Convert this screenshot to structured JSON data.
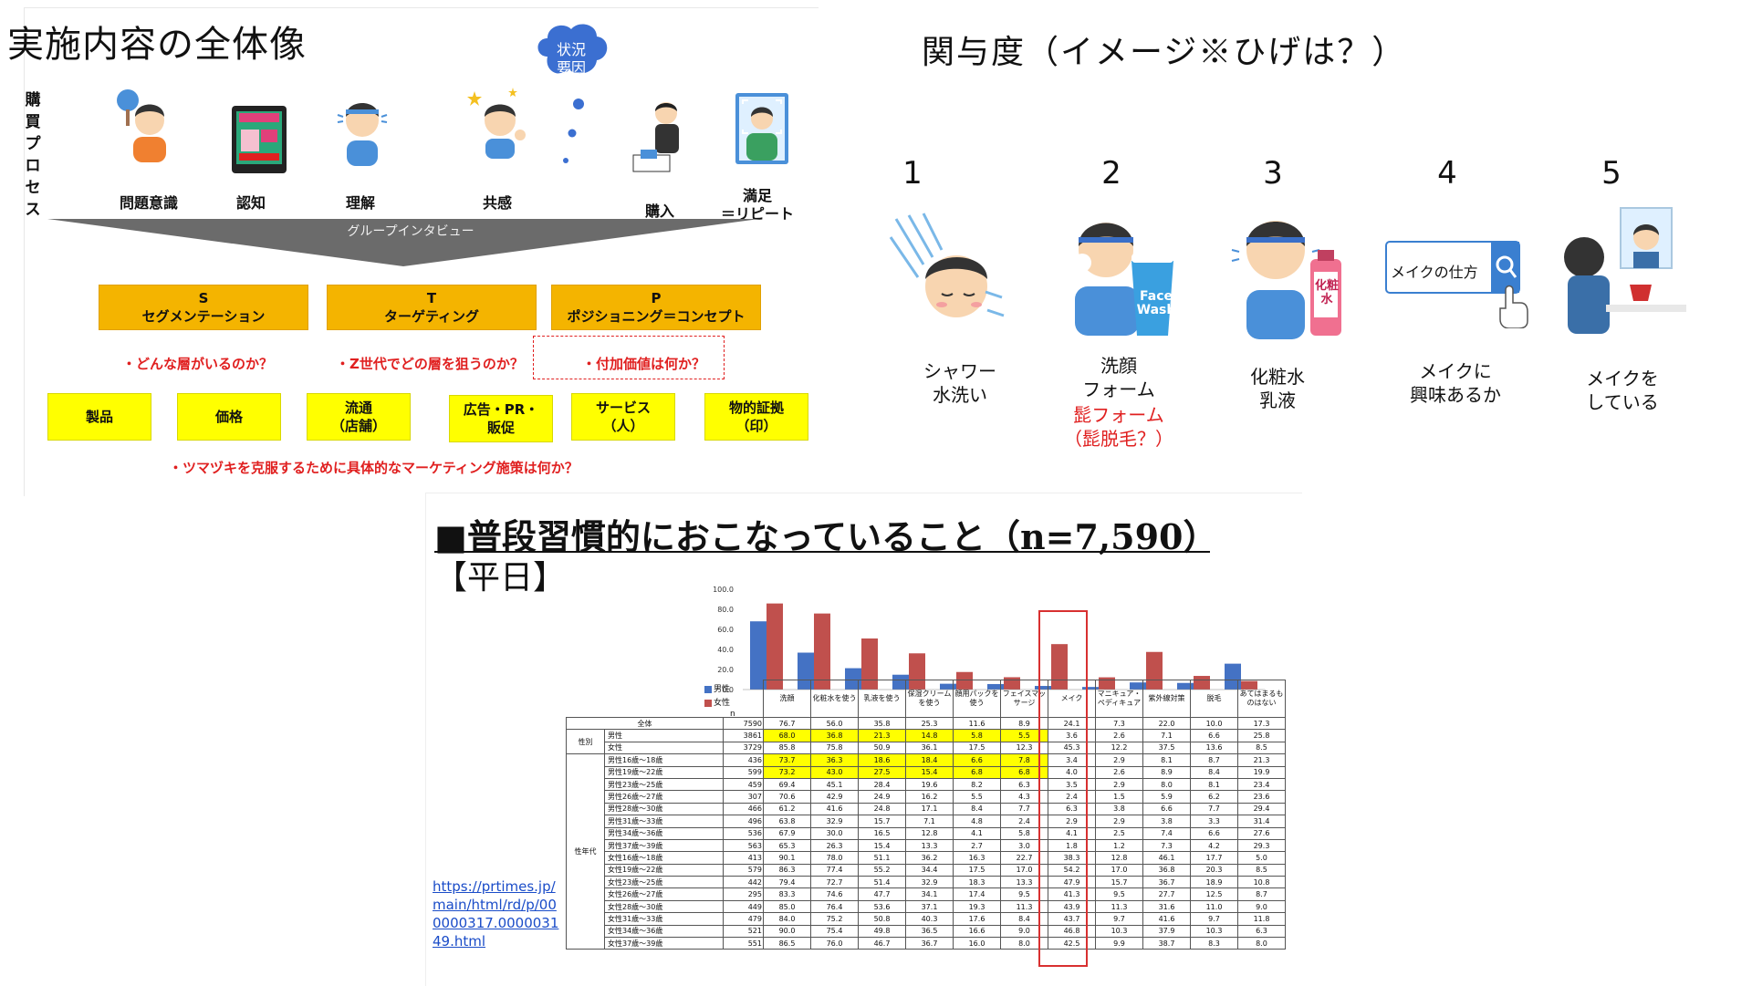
{
  "slide1": {
    "title": "実施内容の全体像",
    "vertical_label": "購買プロセス",
    "bubble": "状況\n要因",
    "stages": [
      "問題意識",
      "認知",
      "理解",
      "共感",
      "購入",
      "満足\n＝リピート"
    ],
    "funnel_label": "グループインタビュー",
    "stp": [
      {
        "letter": "S",
        "label": "セグメンテーション"
      },
      {
        "letter": "T",
        "label": "ターゲティング"
      },
      {
        "letter": "P",
        "label": "ポジショニング＝コンセプト"
      }
    ],
    "questions": [
      "・どんな層がいるのか？",
      "・Z世代でどの層を狙うのか？",
      "・付加価値は何か？"
    ],
    "mix": [
      "製品",
      "価格",
      "流通\n（店舗）",
      "広告・PR・\n販促",
      "サービス\n（人）",
      "物的証拠\n（印）"
    ],
    "bottom_question": "・ツマヅキを克服するために具体的なマーケティング施策は何か？",
    "colors": {
      "stp": "#f4b400",
      "mix": "#ffff00",
      "question": "#e02020"
    }
  },
  "slide2": {
    "title": "関与度（イメージ※ひげは？）",
    "levels": [
      {
        "num": "1",
        "label": "シャワー\n水洗い",
        "extra": ""
      },
      {
        "num": "2",
        "label": "洗顔\nフォーム",
        "extra": "髭フォーム\n（髭脱毛？）"
      },
      {
        "num": "3",
        "label": "化粧水\n乳液",
        "extra": ""
      },
      {
        "num": "4",
        "label": "メイクに\n興味あるか",
        "extra": ""
      },
      {
        "num": "5",
        "label": "メイクを\nしている",
        "extra": ""
      }
    ],
    "search_text": "メイクの仕方",
    "face_wash_text": "Face\nWash",
    "lotion_text": "化粧水"
  },
  "slide3": {
    "title": "■普段習慣的におこなっていること（n=7,590）",
    "subtitle": "【平日】",
    "link": "https://prtimes.jp/main/html/rd/p/000000317.000003149.html",
    "legend": {
      "male": "男性",
      "female": "女性",
      "n": "n"
    },
    "colors": {
      "male": "#4472c4",
      "female": "#c0504d",
      "highlight": "#ffff00",
      "box": "#d83030"
    },
    "columns": [
      "洗顔",
      "化粧水を使う",
      "乳液を使う",
      "保湿クリームを使う",
      "顔用パックを使う",
      "フェイスマッサージ",
      "メイク",
      "マニキュア・ペディキュア",
      "紫外線対策",
      "脱毛",
      "あてはまるものはない"
    ],
    "group_labels": {
      "gender": "性別",
      "age": "性年代"
    },
    "rows": [
      {
        "label": "全体",
        "n": "7590",
        "v": [
          "76.7",
          "56.0",
          "35.8",
          "25.3",
          "11.6",
          "8.9",
          "24.1",
          "7.3",
          "22.0",
          "10.0",
          "17.3"
        ]
      },
      {
        "label": "男性",
        "n": "3861",
        "v": [
          "68.0",
          "36.8",
          "21.3",
          "14.8",
          "5.8",
          "5.5",
          "3.6",
          "2.6",
          "7.1",
          "6.6",
          "25.8"
        ]
      },
      {
        "label": "女性",
        "n": "3729",
        "v": [
          "85.8",
          "75.8",
          "50.9",
          "36.1",
          "17.5",
          "12.3",
          "45.3",
          "12.2",
          "37.5",
          "13.6",
          "8.5"
        ]
      },
      {
        "label": "男性16歳〜18歳",
        "n": "436",
        "v": [
          "73.7",
          "36.3",
          "18.6",
          "18.4",
          "6.6",
          "7.8",
          "3.4",
          "2.9",
          "8.1",
          "8.7",
          "21.3"
        ]
      },
      {
        "label": "男性19歳〜22歳",
        "n": "599",
        "v": [
          "73.2",
          "43.0",
          "27.5",
          "15.4",
          "6.8",
          "6.8",
          "4.0",
          "2.6",
          "8.9",
          "8.4",
          "19.9"
        ]
      },
      {
        "label": "男性23歳〜25歳",
        "n": "459",
        "v": [
          "69.4",
          "45.1",
          "28.4",
          "19.6",
          "8.2",
          "6.3",
          "3.5",
          "2.9",
          "8.0",
          "8.1",
          "23.4"
        ]
      },
      {
        "label": "男性26歳〜27歳",
        "n": "307",
        "v": [
          "70.6",
          "42.9",
          "24.9",
          "16.2",
          "5.5",
          "4.3",
          "2.4",
          "1.5",
          "5.9",
          "6.2",
          "23.6"
        ]
      },
      {
        "label": "男性28歳〜30歳",
        "n": "466",
        "v": [
          "61.2",
          "41.6",
          "24.8",
          "17.1",
          "8.4",
          "7.7",
          "6.3",
          "3.8",
          "6.6",
          "7.7",
          "29.4"
        ]
      },
      {
        "label": "男性31歳〜33歳",
        "n": "496",
        "v": [
          "63.8",
          "32.9",
          "15.7",
          "7.1",
          "4.8",
          "2.4",
          "2.9",
          "2.9",
          "3.8",
          "3.3",
          "31.4"
        ]
      },
      {
        "label": "男性34歳〜36歳",
        "n": "536",
        "v": [
          "67.9",
          "30.0",
          "16.5",
          "12.8",
          "4.1",
          "5.8",
          "4.1",
          "2.5",
          "7.4",
          "6.6",
          "27.6"
        ]
      },
      {
        "label": "男性37歳〜39歳",
        "n": "563",
        "v": [
          "65.3",
          "26.3",
          "15.4",
          "13.3",
          "2.7",
          "3.0",
          "1.8",
          "1.2",
          "7.3",
          "4.2",
          "29.3"
        ]
      },
      {
        "label": "女性16歳〜18歳",
        "n": "413",
        "v": [
          "90.1",
          "78.0",
          "51.1",
          "36.2",
          "16.3",
          "22.7",
          "38.3",
          "12.8",
          "46.1",
          "17.7",
          "5.0"
        ]
      },
      {
        "label": "女性19歳〜22歳",
        "n": "579",
        "v": [
          "86.3",
          "77.4",
          "55.2",
          "34.4",
          "17.5",
          "17.0",
          "54.2",
          "17.0",
          "36.8",
          "20.3",
          "8.5"
        ]
      },
      {
        "label": "女性23歳〜25歳",
        "n": "442",
        "v": [
          "79.4",
          "72.7",
          "51.4",
          "32.9",
          "18.3",
          "13.3",
          "47.9",
          "15.7",
          "36.7",
          "18.9",
          "10.8"
        ]
      },
      {
        "label": "女性26歳〜27歳",
        "n": "295",
        "v": [
          "83.3",
          "74.6",
          "47.7",
          "34.1",
          "17.4",
          "9.5",
          "41.3",
          "9.5",
          "27.7",
          "12.5",
          "8.7"
        ]
      },
      {
        "label": "女性28歳〜30歳",
        "n": "449",
        "v": [
          "85.0",
          "76.4",
          "53.6",
          "37.1",
          "19.3",
          "11.3",
          "43.9",
          "11.3",
          "31.6",
          "11.0",
          "9.0"
        ]
      },
      {
        "label": "女性31歳〜33歳",
        "n": "479",
        "v": [
          "84.0",
          "75.2",
          "50.8",
          "40.3",
          "17.6",
          "8.4",
          "43.7",
          "9.7",
          "41.6",
          "9.7",
          "11.8"
        ]
      },
      {
        "label": "女性34歳〜36歳",
        "n": "521",
        "v": [
          "90.0",
          "75.4",
          "49.8",
          "36.5",
          "16.6",
          "9.0",
          "46.8",
          "10.3",
          "37.9",
          "10.3",
          "6.3"
        ]
      },
      {
        "label": "女性37歳〜39歳",
        "n": "551",
        "v": [
          "86.5",
          "76.0",
          "46.7",
          "36.7",
          "16.0",
          "8.0",
          "42.5",
          "9.9",
          "38.7",
          "8.3",
          "8.0"
        ]
      }
    ]
  },
  "chart_data": {
    "type": "bar",
    "title": "",
    "categories": [
      "洗顔",
      "化粧水を使う",
      "乳液を使う",
      "保湿クリームを使う",
      "顔用パックを使う",
      "フェイスマッサージ",
      "メイク",
      "マニキュア・ペディキュア",
      "紫外線対策",
      "脱毛",
      "あてはまるものはない"
    ],
    "series": [
      {
        "name": "男性",
        "values": [
          68.0,
          36.8,
          21.3,
          14.8,
          5.8,
          5.5,
          3.6,
          2.6,
          7.1,
          6.6,
          25.8
        ]
      },
      {
        "name": "女性",
        "values": [
          85.8,
          75.8,
          50.9,
          36.1,
          17.5,
          12.3,
          45.3,
          12.2,
          37.5,
          13.6,
          8.5
        ]
      }
    ],
    "yticks": [
      "0.0",
      "20.0",
      "40.0",
      "60.0",
      "80.0",
      "100.0"
    ],
    "ylim": [
      0,
      100
    ],
    "xlabel": "",
    "ylabel": "",
    "legend": "left",
    "grid": false
  }
}
